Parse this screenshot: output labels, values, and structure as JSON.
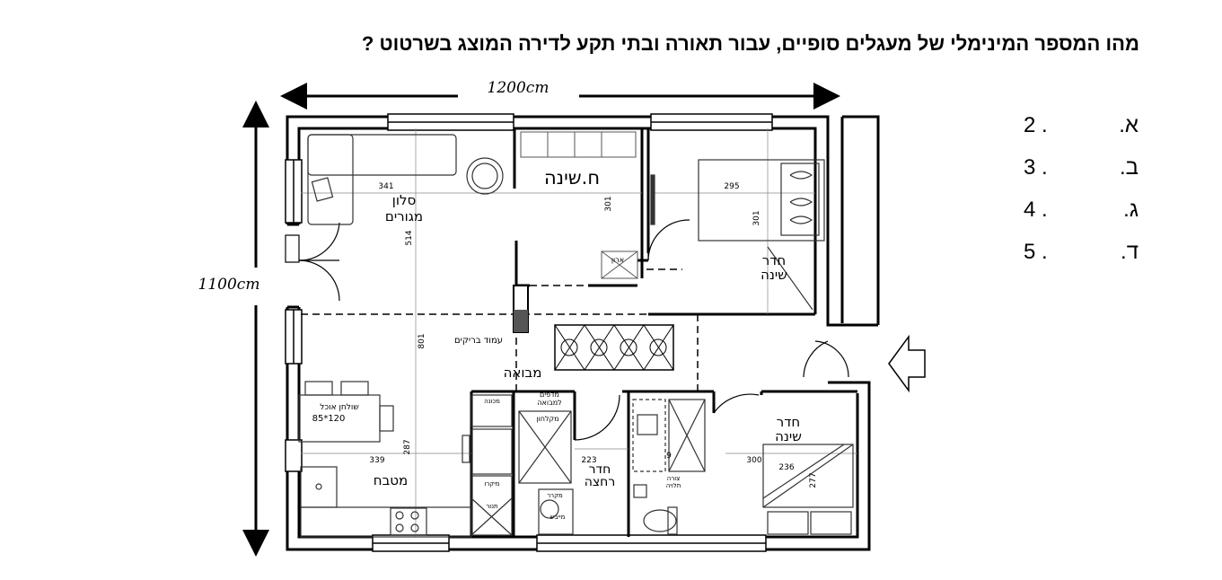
{
  "question": "מהו המספר המינימלי של מעגלים סופיים, עבור תאורה ובתי תקע לדירה המוצג בשרטוט ?",
  "options": [
    {
      "letter": "א.",
      "value": "2 ."
    },
    {
      "letter": "ב.",
      "value": "3 ."
    },
    {
      "letter": "ג.",
      "value": "4 ."
    },
    {
      "letter": "ד.",
      "value": "5 ."
    }
  ],
  "dimensions": {
    "width": "1200cm",
    "height": "1100cm"
  },
  "rooms": {
    "living_1": "סלון",
    "living_2": "מגורים",
    "bedroom_small": "ח.שינה",
    "bedroom1_1": "חדר",
    "bedroom1_2": "שינה",
    "bedroom2_1": "חדר",
    "bedroom2_2": "שינה",
    "entrance": "מבואה",
    "kitchen": "מטבח",
    "bath_1": "חדר",
    "bath_2": "רחצה",
    "brick_column": "עמוד בריקים",
    "dining_table": "שולחן אוכל",
    "table_size": "85*120",
    "closet": "ארון",
    "shelves": "מדפים",
    "entrance_shelves": "למבואה",
    "dryer": "מייבש",
    "shower": "מקלחון",
    "fridge": "מקרר",
    "oven": "תנור",
    "microwave": "מיקרו",
    "washer": "מכונה",
    "toilet_1": "צורה",
    "toilet_2": "תלויה"
  },
  "measures": {
    "m341": "341",
    "m514": "514",
    "m301a": "301",
    "m295": "295",
    "m301b": "301",
    "m801": "801",
    "m287": "287",
    "m339": "339",
    "m223": "223",
    "m300": "300",
    "m236": "236",
    "m277": "277",
    "m9": "9"
  }
}
